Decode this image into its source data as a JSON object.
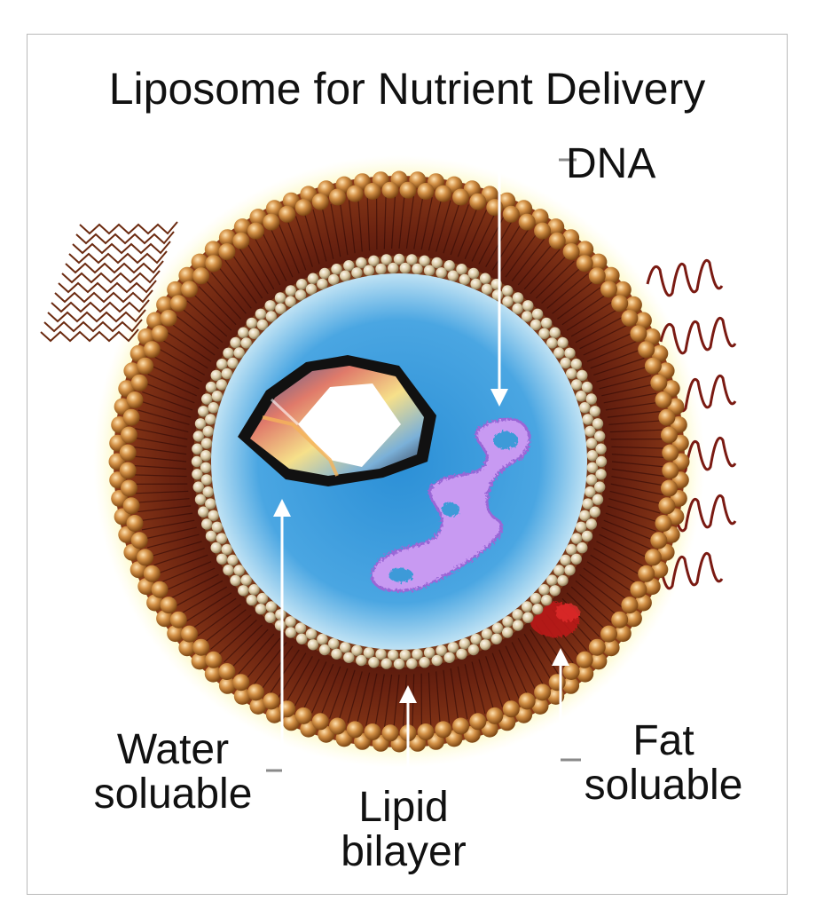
{
  "title": "Liposome for Nutrient Delivery",
  "labels": {
    "dna": "DNA",
    "water": [
      "Water",
      "soluable"
    ],
    "lipid": [
      "Lipid",
      "bilayer"
    ],
    "fat": [
      "Fat",
      "soluable"
    ]
  },
  "colors": {
    "halo": "#f6ee5a",
    "outer_heads": "#c9843f",
    "tails": "#5a1a0e",
    "inner_heads": "#d8c7a2",
    "core": "#3e9ad8",
    "dna": "#c89af2",
    "fat_spot": "#c01818",
    "arrow": "#ffffff"
  }
}
